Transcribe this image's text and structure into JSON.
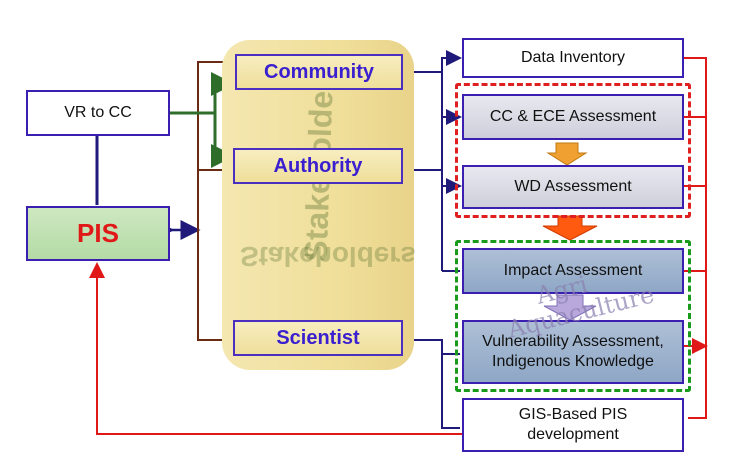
{
  "left": {
    "vr_label": "VR to CC",
    "pis_label": "PIS"
  },
  "stakeholders": {
    "watermark": "Stakeholders",
    "community": "Community",
    "authority": "Authority",
    "scientist": "Scientist"
  },
  "assessments": {
    "data_inventory": "Data Inventory",
    "cc_ece": "CC & ECE Assessment",
    "wd": "WD Assessment",
    "impact": "Impact Assessment",
    "vulnerability_line1": "Vulnerability Assessment,",
    "vulnerability_line2": "Indigenous Knowledge",
    "gis_line1": "GIS-Based PIS",
    "gis_line2": "development",
    "sector_watermark_1": "Agri",
    "sector_watermark_2": "Aquaculture"
  },
  "colors": {
    "red_group_border": "#e02020",
    "green_group_border": "#1a9a1a",
    "connector_navy": "#1f1a7a",
    "connector_brown": "#6b2a12",
    "connector_green": "#2f6e2a",
    "feedback_red": "#e01818",
    "arrow_orange": "#f0a030",
    "arrow_red_orange": "#ff5a10",
    "arrow_lavender": "#b8a8dc"
  }
}
